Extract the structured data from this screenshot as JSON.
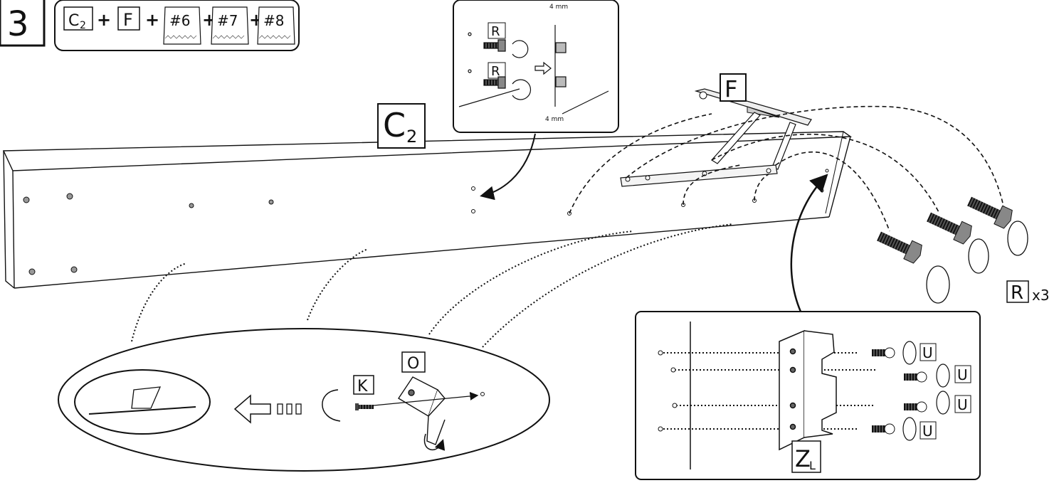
{
  "step": {
    "number": "3"
  },
  "parts": {
    "c2_main": "C",
    "c2_sub": "2",
    "f": "F",
    "bag6": "#6",
    "bag7": "#7",
    "bag8": "#8",
    "plus": "+"
  },
  "panel_label": {
    "main": "C",
    "sub": "2"
  },
  "hinge_label": "F",
  "bolt_label": "R",
  "bolt_count": "x3",
  "detail_top": {
    "r_label": "R",
    "gap_a": "4 mm",
    "gap_b": "4 mm"
  },
  "detail_oval": {
    "k_label": "K",
    "o_label": "O"
  },
  "detail_bracket": {
    "u_label": "U",
    "z_main": "Z",
    "z_sub": "L"
  }
}
